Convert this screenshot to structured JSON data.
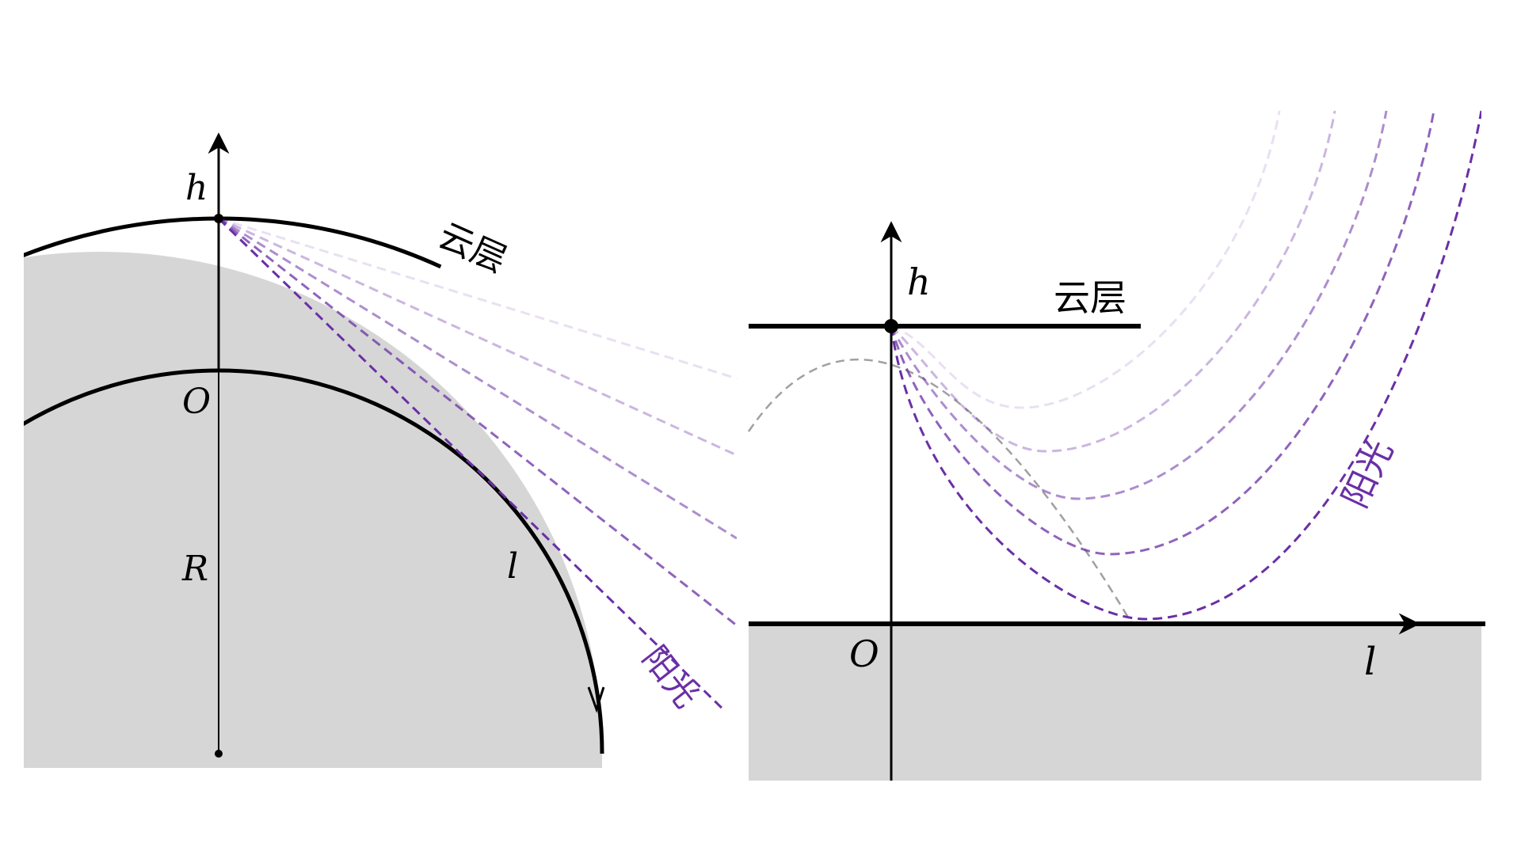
{
  "colors": {
    "ground": "#d6d6d6",
    "stroke": "#000000",
    "sunlight": "#6a2fa6",
    "guide": "#a0a0a0",
    "background": "#ffffff"
  },
  "left_panel": {
    "axis_h_label": "h",
    "origin_label": "O",
    "radius_label": "R",
    "arc_label": "l",
    "cloud_label": "云层",
    "sunlight_label": "阳光",
    "ray_opacities": [
      0.15,
      0.35,
      0.55,
      0.75,
      1.0
    ]
  },
  "right_panel": {
    "axis_h_label": "h",
    "axis_l_label": "l",
    "origin_label": "O",
    "cloud_label": "云层",
    "sunlight_label": "阳光",
    "ray_opacities": [
      0.15,
      0.35,
      0.55,
      0.75,
      1.0
    ]
  }
}
